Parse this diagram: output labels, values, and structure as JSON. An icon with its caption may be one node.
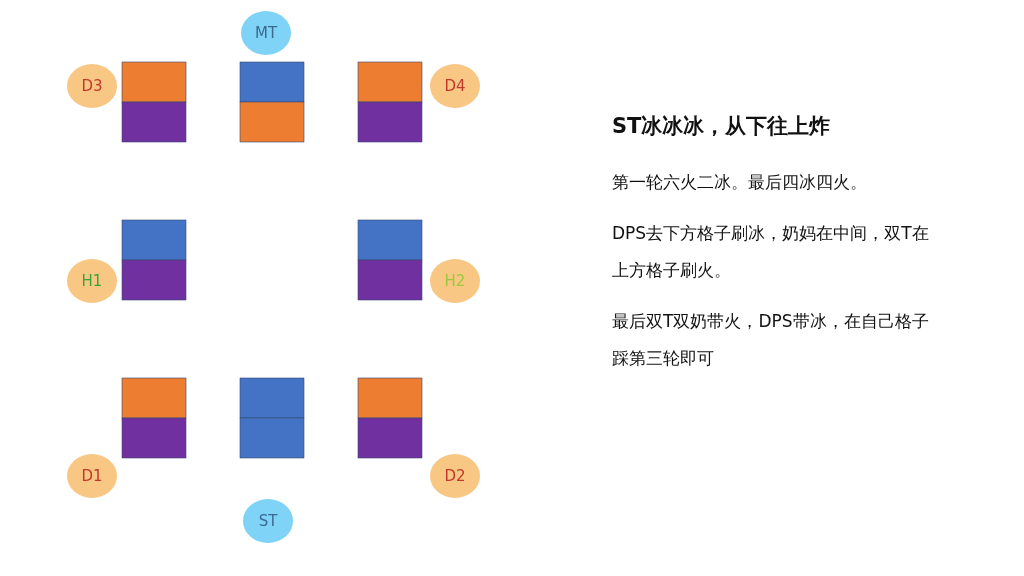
{
  "diagram": {
    "title": "ST冰冰冰，从下往上炸",
    "nodes": [
      {
        "text": [
          "MT"
        ]
      },
      {
        "text": [
          "D3"
        ]
      },
      {
        "text": [
          "D4"
        ]
      },
      {
        "text": [
          "H1"
        ]
      },
      {
        "text": [
          "H2"
        ]
      },
      {
        "text": [
          "D1"
        ]
      },
      {
        "text": [
          "D2"
        ]
      },
      {
        "text": [
          "ST"
        ]
      }
    ],
    "labels": [
      "第一轮六火二冰。最后四冰四火。",
      "DPS去下方格子刷冰，奶妈在中间，双T在上方格子刷火。",
      "最后双T双奶带火，DPS带冰，在自己格子踩第三轮即可"
    ]
  }
}
